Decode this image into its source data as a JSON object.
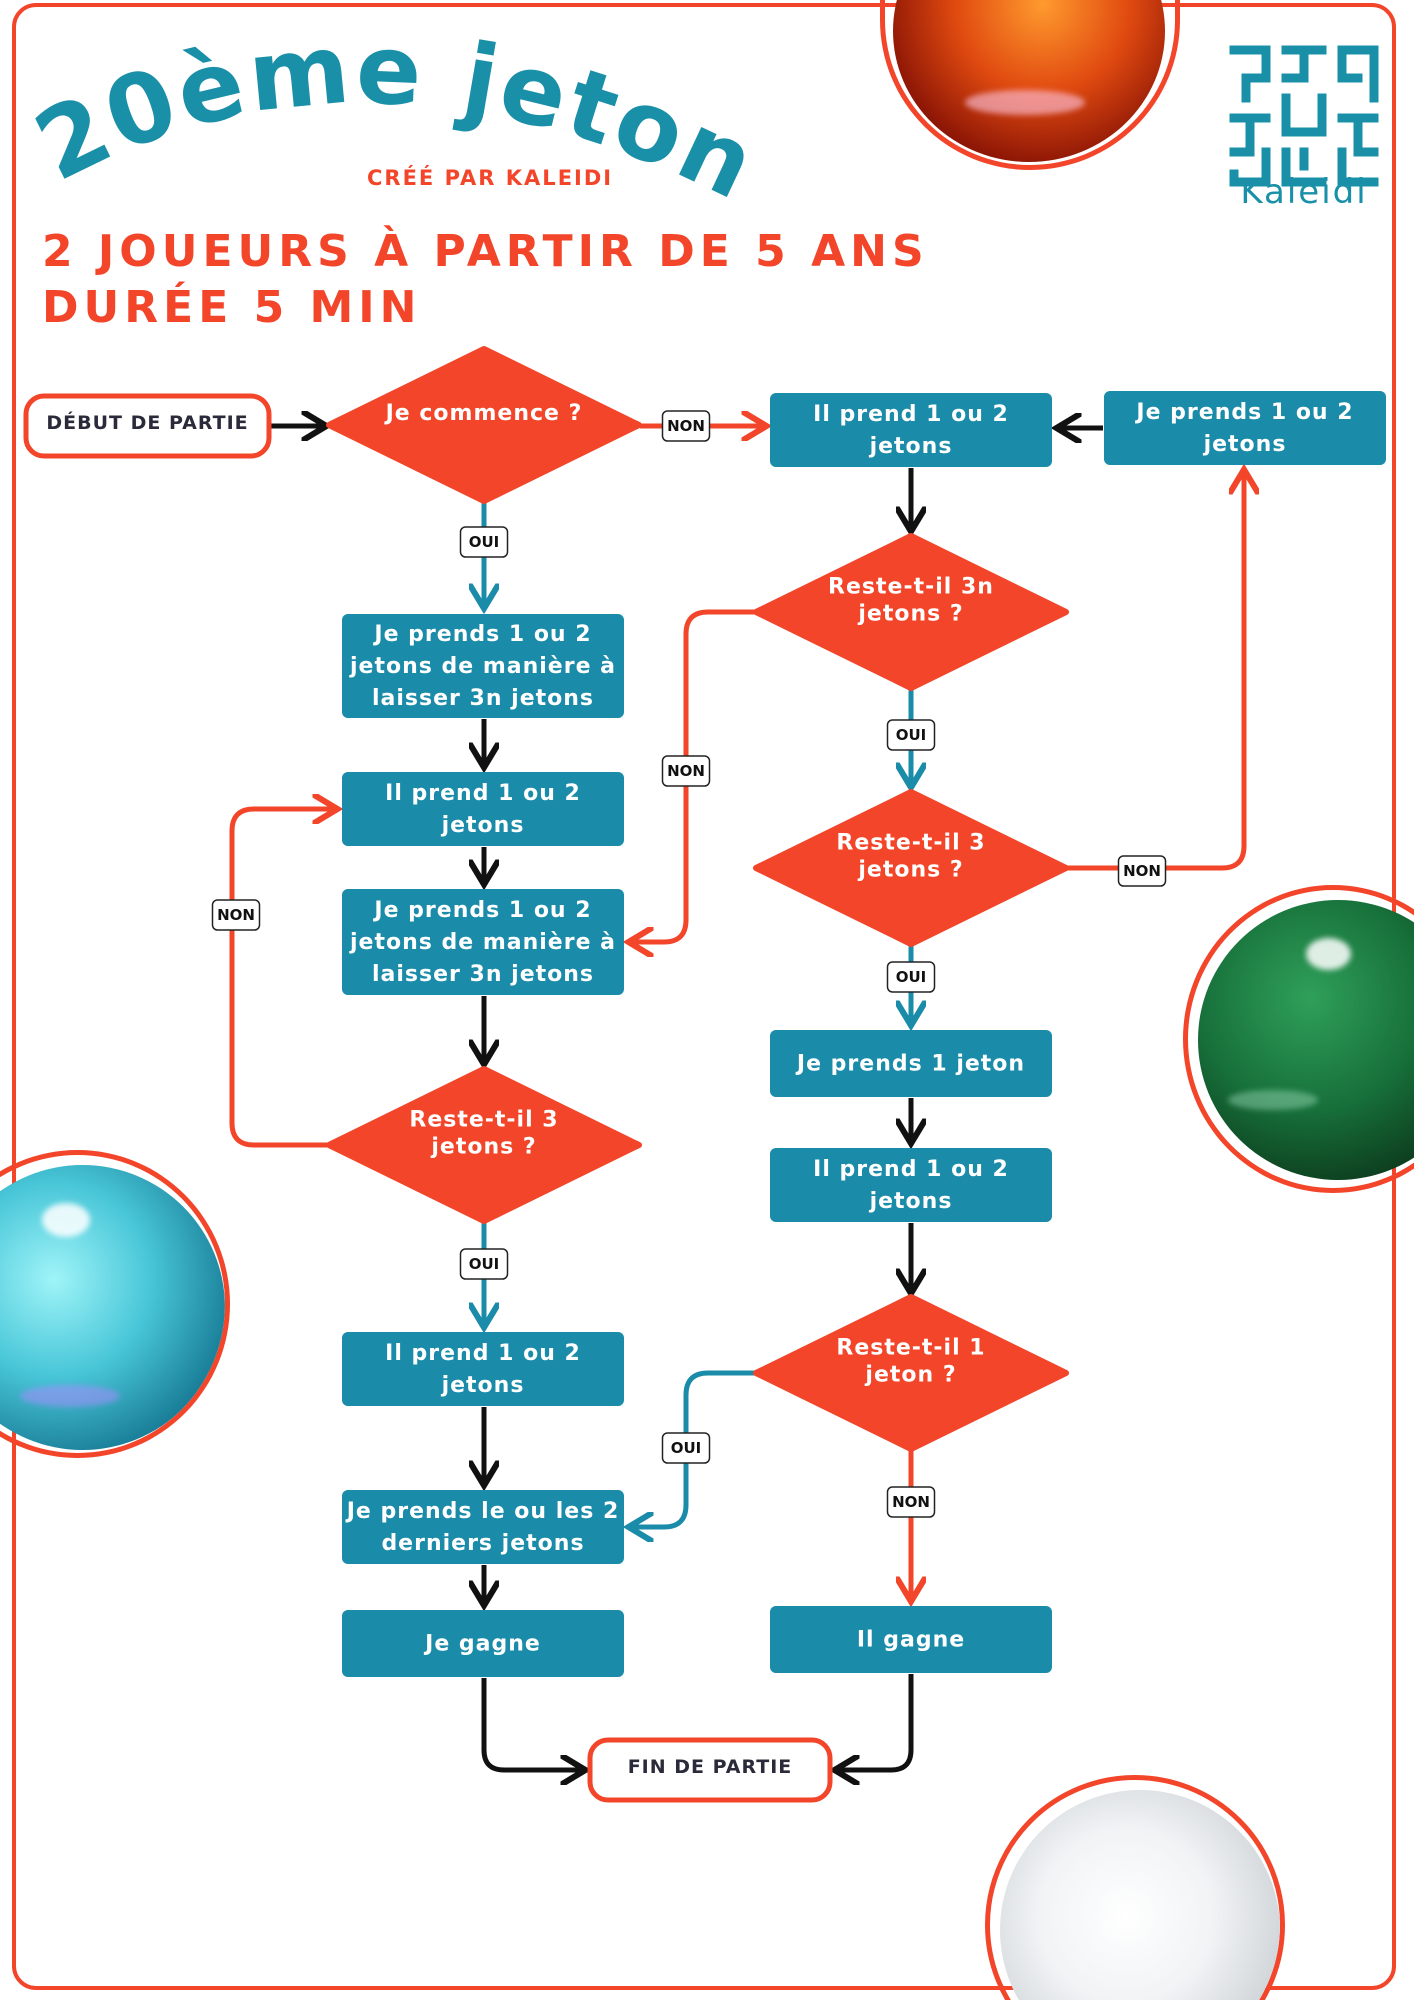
{
  "header": {
    "title": "20ème jeton",
    "credit": "CRÉÉ PAR KALEIDI",
    "players": "2 JOUEURS À PARTIR DE 5 ANS",
    "duration": "DURÉE 5 MIN"
  },
  "logo": {
    "name": "Kaleidi",
    "icon": "maze-logo-icon"
  },
  "colors": {
    "accent": "#f2452a",
    "teal": "#1a8ba8",
    "black": "#111111",
    "label_border": "#222222"
  },
  "flowchart": {
    "nodes": [
      {
        "id": "start",
        "text": "DÉBUT DE PARTIE"
      },
      {
        "id": "q_start",
        "text": "Je commence ?"
      },
      {
        "id": "l_take_3n_1",
        "text": "Je prends 1 ou 2 jetons de manière à laisser 3n jetons"
      },
      {
        "id": "l_he_takes_1",
        "text": "Il prend 1 ou 2 jetons"
      },
      {
        "id": "l_take_3n_2",
        "text": "Je prends 1 ou 2 jetons de manière à laisser 3n jetons"
      },
      {
        "id": "l_q_rest3",
        "text": "Reste-t-il 3 jetons ?"
      },
      {
        "id": "l_he_takes_2",
        "text": "Il prend 1 ou 2 jetons"
      },
      {
        "id": "l_take_last",
        "text": "Je prends le ou les 2 derniers jetons"
      },
      {
        "id": "l_win",
        "text": "Je gagne"
      },
      {
        "id": "end",
        "text": "FIN DE PARTIE"
      },
      {
        "id": "r_he_takes_1",
        "text": "Il prend 1 ou 2 jetons"
      },
      {
        "id": "r_i_take",
        "text": "Je prends 1 ou 2 jetons"
      },
      {
        "id": "r_q_3n",
        "text": "Reste-t-il 3n jetons ?"
      },
      {
        "id": "r_q_rest3",
        "text": "Reste-t-il 3 jetons ?"
      },
      {
        "id": "r_take1",
        "text": "Je prends 1 jeton"
      },
      {
        "id": "r_he_takes_2",
        "text": "Il prend 1 ou 2 jetons"
      },
      {
        "id": "r_q_rest1",
        "text": "Reste-t-il 1 jeton ?"
      },
      {
        "id": "r_he_wins",
        "text": "Il gagne"
      }
    ],
    "edges": [
      {
        "from": "start",
        "to": "q_start",
        "label": ""
      },
      {
        "from": "q_start",
        "to": "r_he_takes_1",
        "label": "NON"
      },
      {
        "from": "q_start",
        "to": "l_take_3n_1",
        "label": "OUI"
      },
      {
        "from": "l_take_3n_1",
        "to": "l_he_takes_1",
        "label": ""
      },
      {
        "from": "l_he_takes_1",
        "to": "l_take_3n_2",
        "label": ""
      },
      {
        "from": "l_take_3n_2",
        "to": "l_q_rest3",
        "label": ""
      },
      {
        "from": "l_q_rest3",
        "to": "l_he_takes_1",
        "label": "NON"
      },
      {
        "from": "l_q_rest3",
        "to": "l_he_takes_2",
        "label": "OUI"
      },
      {
        "from": "l_he_takes_2",
        "to": "l_take_last",
        "label": ""
      },
      {
        "from": "l_take_last",
        "to": "l_win",
        "label": ""
      },
      {
        "from": "l_win",
        "to": "end",
        "label": ""
      },
      {
        "from": "r_i_take",
        "to": "r_he_takes_1",
        "label": ""
      },
      {
        "from": "r_he_takes_1",
        "to": "r_q_3n",
        "label": ""
      },
      {
        "from": "r_q_3n",
        "to": "l_take_3n_2",
        "label": "NON"
      },
      {
        "from": "r_q_3n",
        "to": "r_q_rest3",
        "label": "OUI"
      },
      {
        "from": "r_q_rest3",
        "to": "r_i_take",
        "label": "NON"
      },
      {
        "from": "r_q_rest3",
        "to": "r_take1",
        "label": "OUI"
      },
      {
        "from": "r_take1",
        "to": "r_he_takes_2",
        "label": ""
      },
      {
        "from": "r_he_takes_2",
        "to": "r_q_rest1",
        "label": ""
      },
      {
        "from": "r_q_rest1",
        "to": "l_take_last",
        "label": "OUI"
      },
      {
        "from": "r_q_rest1",
        "to": "r_he_wins",
        "label": "NON"
      },
      {
        "from": "r_he_wins",
        "to": "end",
        "label": ""
      }
    ]
  }
}
